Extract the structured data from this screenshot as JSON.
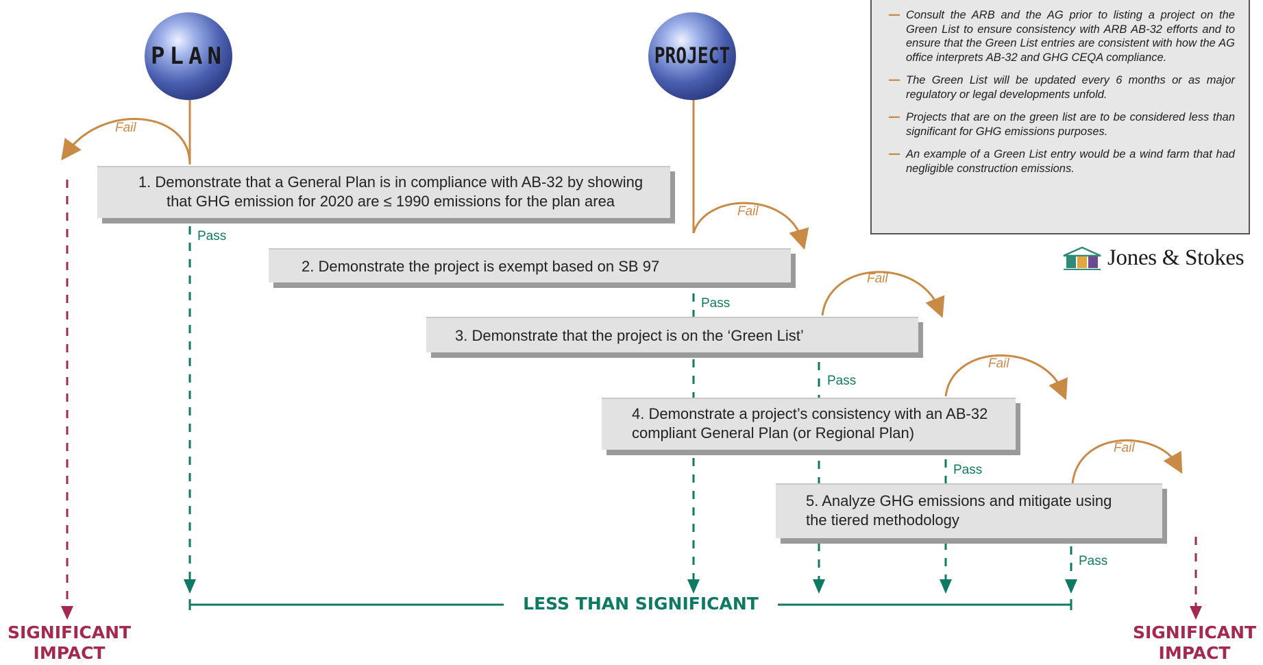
{
  "spheres": {
    "plan": "PLAN",
    "project": "PROJECT"
  },
  "steps": [
    {
      "line1": "1. Demonstrate that a General Plan is in compliance with AB-32 by showing",
      "line2": "that GHG emission for 2020 are ≤ 1990 emissions for the plan area"
    },
    {
      "line1": "2. Demonstrate the project is exempt based on SB 97",
      "line2": ""
    },
    {
      "line1": "3. Demonstrate that the project is on the ‘Green List’",
      "line2": ""
    },
    {
      "line1": "4. Demonstrate a project’s consistency with an AB-32",
      "line2": "compliant General Plan (or Regional Plan)"
    },
    {
      "line1": "5. Analyze GHG emissions and mitigate using",
      "line2": "the tiered methodology"
    }
  ],
  "labels": {
    "pass": "Pass",
    "fail": "Fail",
    "less_than_significant": "LESS THAN SIGNIFICANT",
    "significant_line1": "SIGNIFICANT",
    "significant_line2": "IMPACT"
  },
  "notes": [
    "Consult the ARB and the AG prior to listing a project on the Green List to ensure consistency with ARB AB-32 efforts and to ensure that the Green List entries are consistent with how the AG office interprets AB-32 and GHG CEQA compliance.",
    "The Green List will be updated every 6 months or as major regulatory or legal developments unfold.",
    "Projects that are on the green list are to be considered less than significant for GHG emissions purposes.",
    "An example of a Green List entry would be a wind farm that had negligible construction emissions."
  ],
  "logo": {
    "text": "Jones & Stokes"
  },
  "colors": {
    "pass_green": "#0f7a63",
    "fail_orange": "#c98a45",
    "significant_red": "#a5284f",
    "sphere_blue": "#4a5fb0"
  }
}
